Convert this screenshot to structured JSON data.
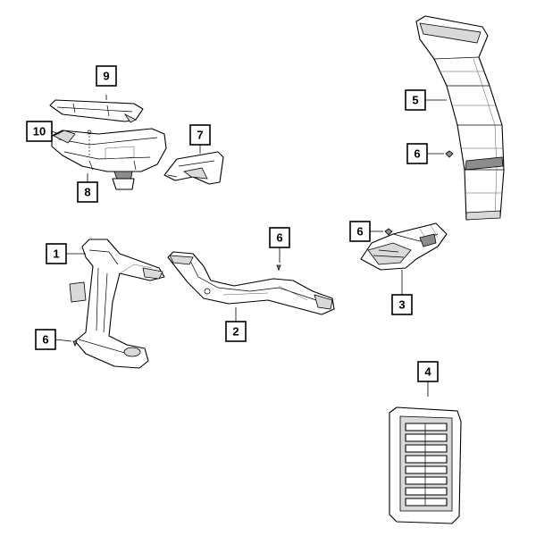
{
  "callouts": [
    {
      "id": "c1",
      "label": "1"
    },
    {
      "id": "c2",
      "label": "2"
    },
    {
      "id": "c3",
      "label": "3"
    },
    {
      "id": "c4",
      "label": "4"
    },
    {
      "id": "c5",
      "label": "5"
    },
    {
      "id": "c6a",
      "label": "6"
    },
    {
      "id": "c6b",
      "label": "6"
    },
    {
      "id": "c6c",
      "label": "6"
    },
    {
      "id": "c6d",
      "label": "6"
    },
    {
      "id": "c7",
      "label": "7"
    },
    {
      "id": "c8",
      "label": "8"
    },
    {
      "id": "c9",
      "label": "9"
    },
    {
      "id": "c10",
      "label": "10"
    }
  ]
}
